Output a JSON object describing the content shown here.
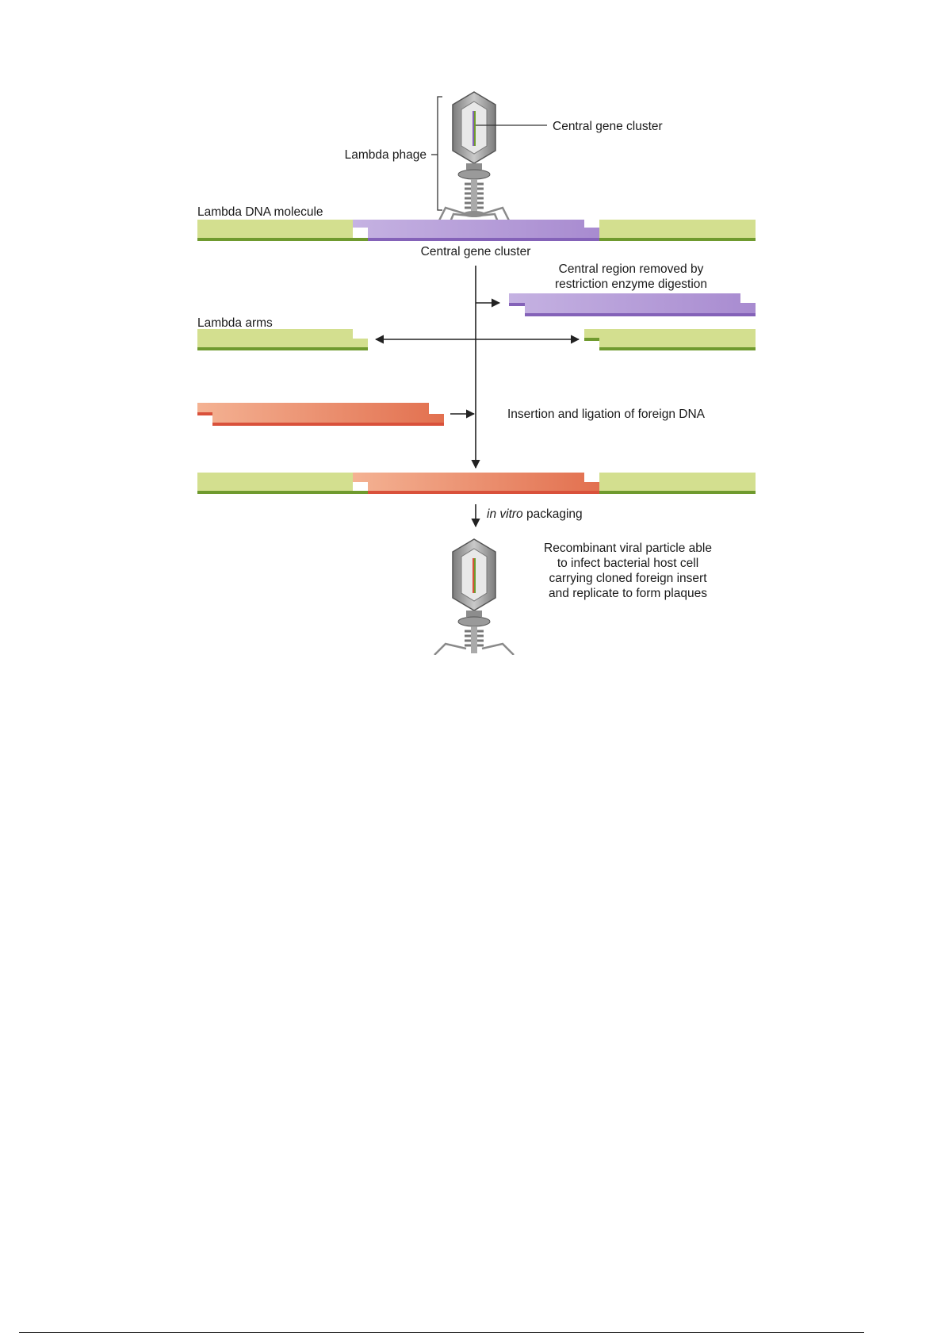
{
  "labels": {
    "lambda_phage": "Lambda phage",
    "central_gene_cluster_top": "Central gene cluster",
    "lambda_dna_molecule": "Lambda DNA molecule",
    "central_gene_cluster_mid": "Central gene cluster",
    "central_region_removed": [
      "Central region removed by",
      "restriction enzyme digestion"
    ],
    "lambda_arms": "Lambda arms",
    "insertion_ligation": "Insertion and ligation of foreign DNA",
    "packaging_italic": "in vitro",
    "packaging_rest": " packaging",
    "recombinant": [
      "Recombinant viral particle able",
      "to infect bacterial host cell",
      "carrying cloned foreign insert",
      "and replicate to form plaques"
    ]
  },
  "colors": {
    "arm_light": "#d3df8f",
    "arm_dark": "#6f9a2e",
    "cluster_light": "#b49bd6",
    "cluster_dark": "#8462b8",
    "foreign_light": "#f2a182",
    "foreign_dark": "#d9513b",
    "arrow": "#222222",
    "phage_body": "#9a9a9a"
  }
}
